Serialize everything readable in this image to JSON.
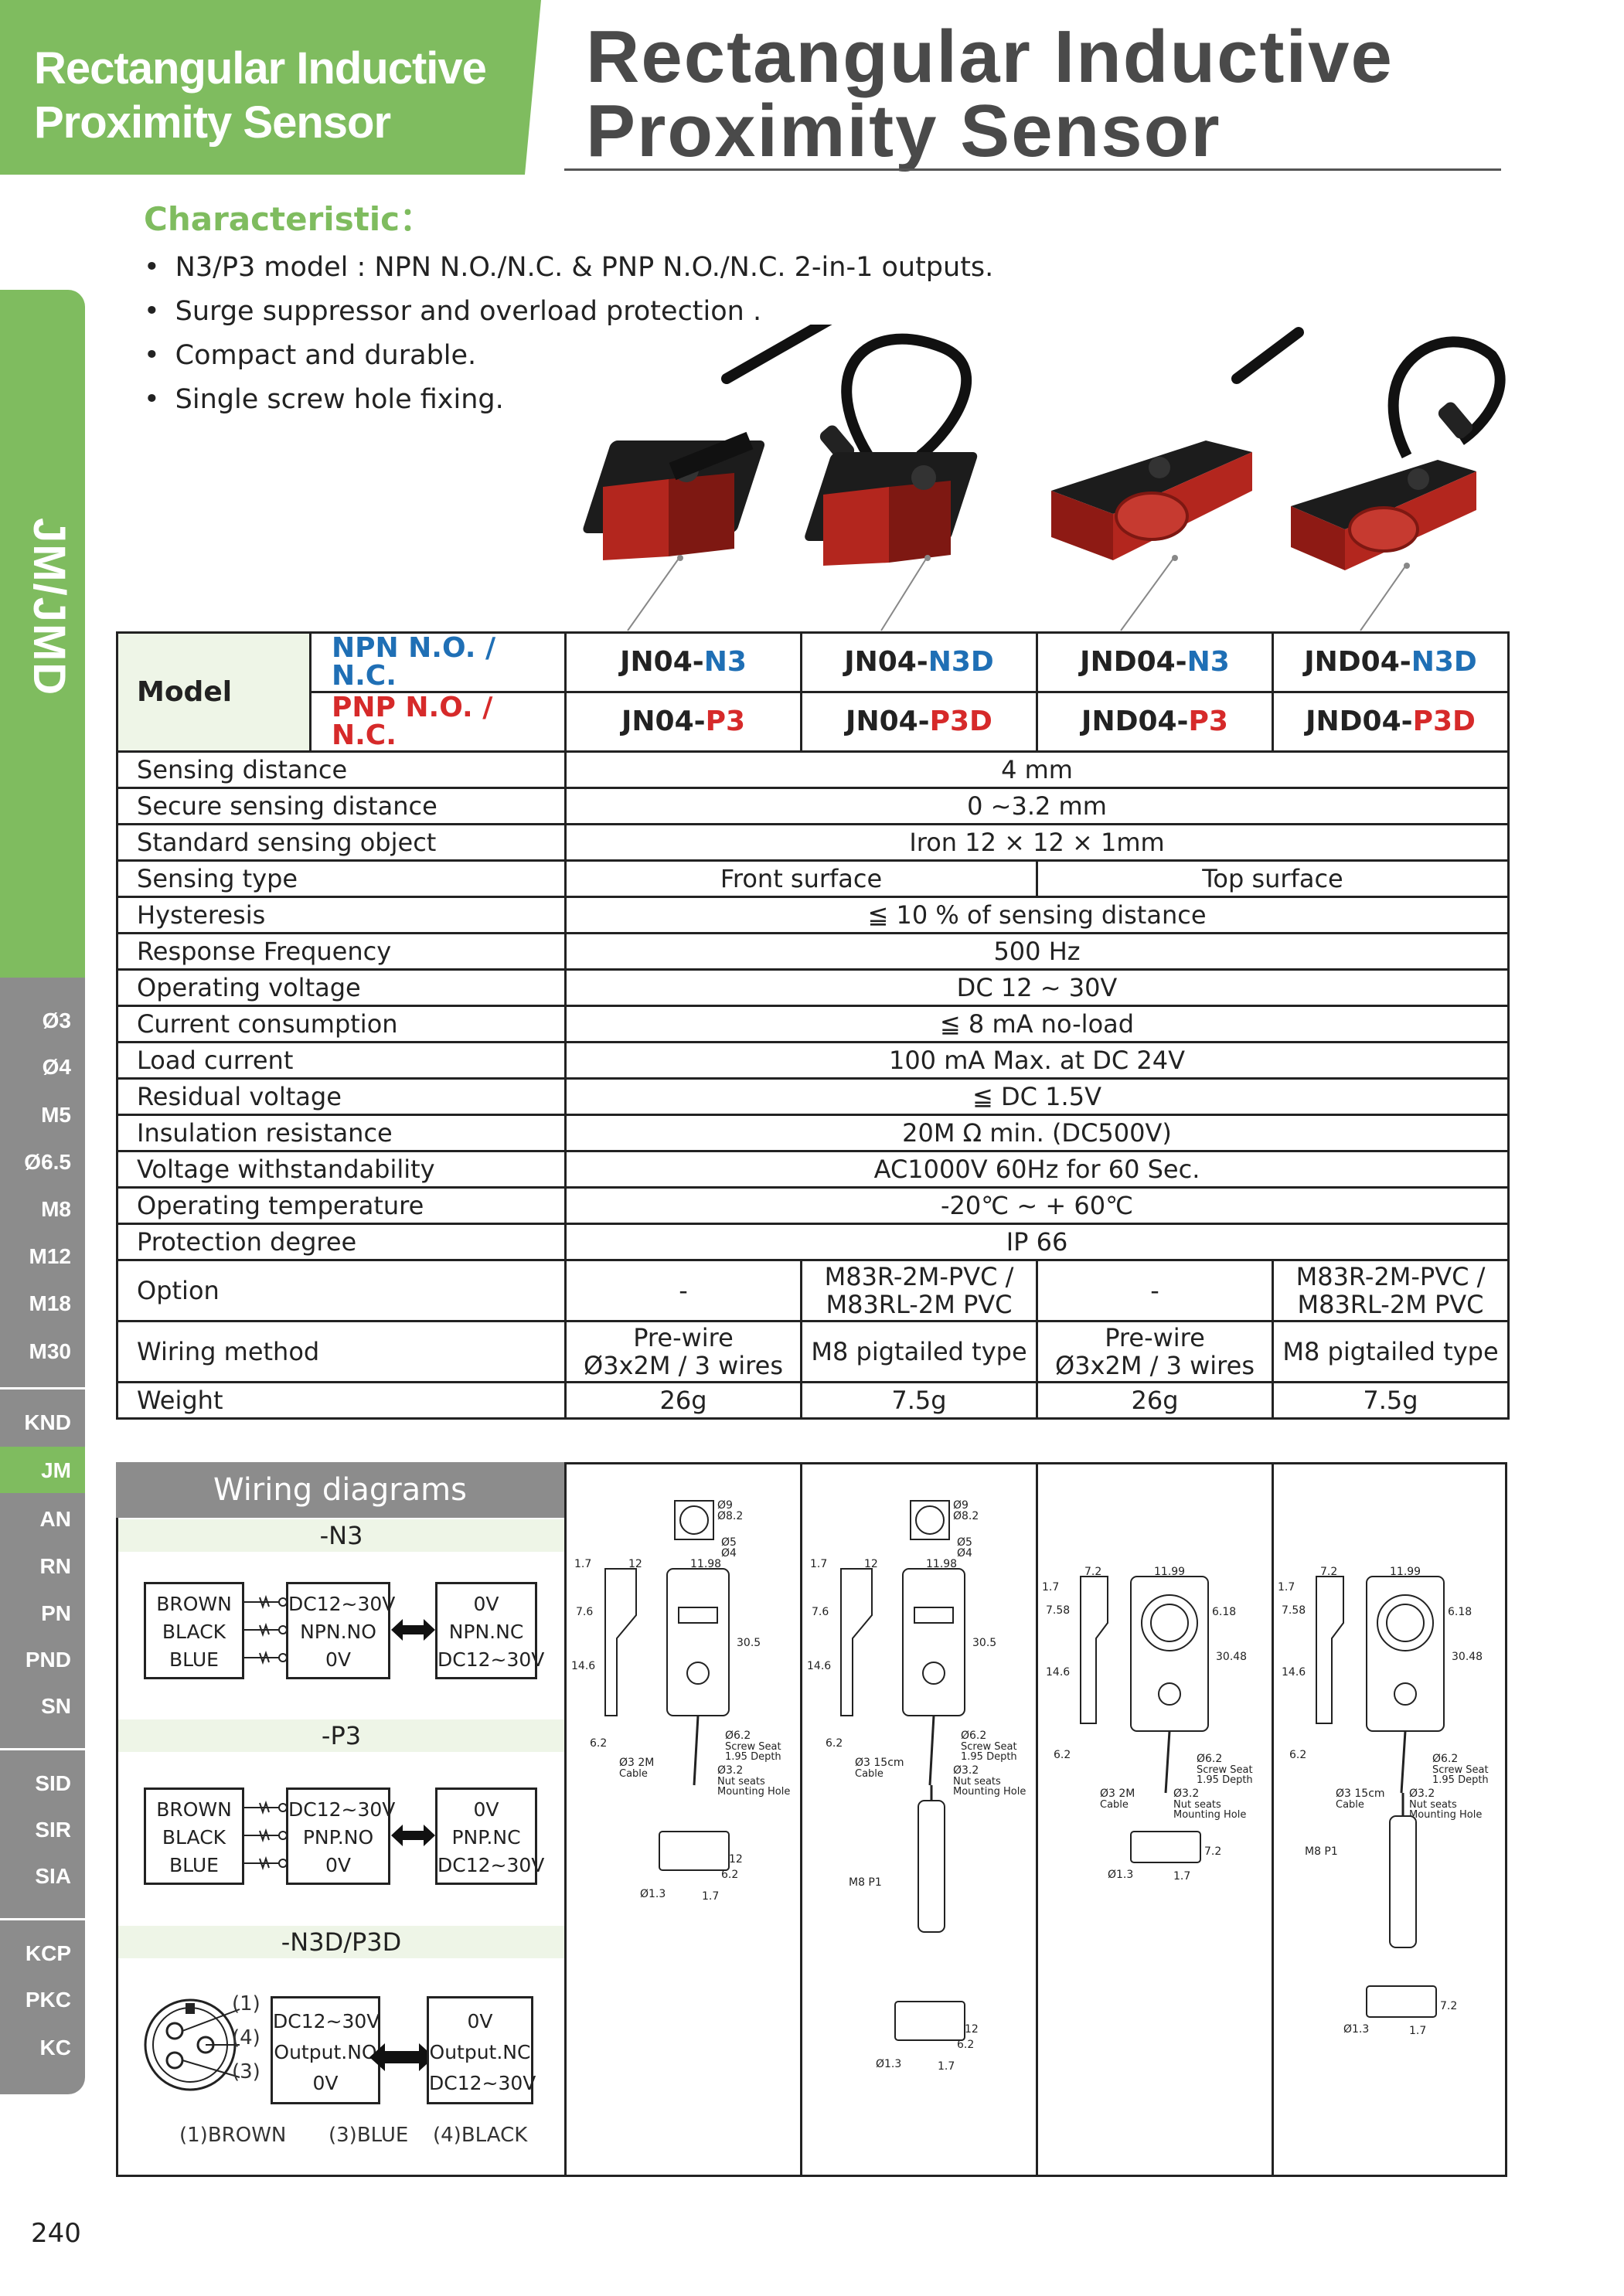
{
  "header": {
    "tab_line1": "Rectangular Inductive",
    "tab_line2": "Proximity Sensor",
    "title_line1": "Rectangular Inductive",
    "title_line2": "Proximity Sensor"
  },
  "characteristic": {
    "title": "Characteristic：",
    "bullets": [
      "N3/P3 model : NPN N.O./N.C. & PNP N.O./N.C. 2-in-1 outputs.",
      "Surge suppressor and overload protection .",
      "Compact and durable.",
      "Single screw hole fixing."
    ]
  },
  "sidebar": {
    "series": "JM/JMD",
    "items": [
      "Ø3",
      "Ø4",
      "M5",
      "Ø6.5",
      "M8",
      "M12",
      "M18",
      "M30",
      "KND",
      "JM",
      "AN",
      "RN",
      "PN",
      "PND",
      "SN",
      "SID",
      "SIR",
      "SIA",
      "KCP",
      "PKC",
      "KC"
    ],
    "active": "JM"
  },
  "table": {
    "model_label": "Model",
    "npn_label": "NPN N.O. / N.C.",
    "pnp_label": "PNP N.O. / N.C.",
    "models": [
      {
        "npn_base": "JN04-",
        "npn_suffix": "N3",
        "pnp_base": "JN04-",
        "pnp_suffix": "P3"
      },
      {
        "npn_base": "JN04-",
        "npn_suffix": "N3D",
        "pnp_base": "JN04-",
        "pnp_suffix": "P3D"
      },
      {
        "npn_base": "JND04-",
        "npn_suffix": "N3",
        "pnp_base": "JND04-",
        "pnp_suffix": "P3"
      },
      {
        "npn_base": "JND04-",
        "npn_suffix": "N3D",
        "pnp_base": "JND04-",
        "pnp_suffix": "P3D"
      }
    ],
    "rows": {
      "sensing_distance": [
        "Sensing distance",
        "4 mm"
      ],
      "secure_distance": [
        "Secure sensing distance",
        "0 ~3.2 mm"
      ],
      "standard_object": [
        "Standard sensing object",
        "Iron  12 × 12 × 1mm"
      ],
      "sensing_type": [
        "Sensing type",
        "Front surface",
        "Top surface"
      ],
      "hysteresis": [
        "Hysteresis",
        "≦ 10 % of sensing distance"
      ],
      "response": [
        "Response Frequency",
        "500 Hz"
      ],
      "voltage": [
        "Operating voltage",
        "DC 12 ~ 30V"
      ],
      "current": [
        "Current consumption",
        "≦ 8 mA no-load"
      ],
      "load": [
        "Load current",
        "100 mA Max. at DC 24V"
      ],
      "residual": [
        "Residual voltage",
        "≦ DC 1.5V"
      ],
      "insulation": [
        "Insulation resistance",
        "20M Ω min. (DC500V)"
      ],
      "withstand": [
        "Voltage withstandability",
        "AC1000V 60Hz for 60 Sec."
      ],
      "temperature": [
        "Operating temperature",
        "-20℃ ~ + 60℃"
      ],
      "protection": [
        "Protection degree",
        "IP 66"
      ]
    },
    "option": {
      "label": "Option",
      "values": [
        "-",
        "M83R-2M-PVC /",
        "M83RL-2M PVC",
        "-",
        "M83R-2M-PVC /",
        "M83RL-2M PVC"
      ]
    },
    "wiring": {
      "label": "Wiring method",
      "prewire_1": "Pre-wire",
      "prewire_2": "Ø3x2M / 3 wires",
      "m8": "M8 pigtailed type"
    },
    "weight": {
      "label": "Weight",
      "values": [
        "26g",
        "7.5g",
        "26g",
        "7.5g"
      ]
    }
  },
  "wiring_diagrams": {
    "title": "Wiring diagrams",
    "n3": {
      "title": "-N3",
      "colors": [
        "BROWN",
        "BLACK",
        "BLUE"
      ],
      "mid": [
        "DC12~30V",
        "NPN.NO",
        "0V"
      ],
      "right": [
        "0V",
        "NPN.NC",
        "DC12~30V"
      ]
    },
    "p3": {
      "title": "-P3",
      "colors": [
        "BROWN",
        "BLACK",
        "BLUE"
      ],
      "mid": [
        "DC12~30V",
        "PNP.NO",
        "0V"
      ],
      "right": [
        "0V",
        "PNP.NC",
        "DC12~30V"
      ]
    },
    "n3d": {
      "title": "-N3D/P3D",
      "pins": [
        "(1)",
        "(4)",
        "(3)"
      ],
      "mid": [
        "DC12~30V",
        "Output.NO",
        "0V"
      ],
      "right": [
        "0V",
        "Output.NC",
        "DC12~30V"
      ],
      "legend": [
        "(1)BROWN",
        "(3)BLUE",
        "(4)BLACK"
      ]
    }
  },
  "drawings": {
    "d1": {
      "top_a": "Ø9",
      "top_b": "Ø8.2",
      "top_c": "Ø5",
      "top_d": "Ø4",
      "w1": "1.7",
      "w2": "12",
      "w3": "11.98",
      "h1": "7.6",
      "h2": "14.6",
      "h3": "30.5",
      "h4": "6.2",
      "screw": "Ø6.2",
      "screw2": "Screw Seat",
      "screw3": "1.95 Depth",
      "nut": "Ø3.2",
      "nut2": "Nut seats",
      "nut3": "Mounting Hole",
      "cable": "Ø3 2M",
      "cable2": "Cable",
      "b1": "12",
      "b2": "6.2",
      "b3": "Ø1.3",
      "b4": "1.7"
    },
    "d2": {
      "top_a": "Ø9",
      "top_b": "Ø8.2",
      "top_c": "Ø5",
      "top_d": "Ø4",
      "w1": "1.7",
      "w2": "12",
      "w3": "11.98",
      "h1": "7.6",
      "h2": "14.6",
      "h3": "30.5",
      "h4": "6.2",
      "screw": "Ø6.2",
      "screw2": "Screw Seat",
      "screw3": "1.95 Depth",
      "nut": "Ø3.2",
      "nut2": "Nut seats",
      "nut3": "Mounting Hole",
      "cable": "Ø3 15cm",
      "cable2": "Cable",
      "m8": "M8 P1",
      "b1": "12",
      "b2": "6.2",
      "b3": "Ø1.3",
      "b4": "1.7"
    },
    "d3": {
      "w0": "1.7",
      "w1": "7.2",
      "w3": "11.99",
      "h1": "7.58",
      "h2": "14.6",
      "h3": "30.48",
      "h5": "6.18",
      "h4": "6.2",
      "screw": "Ø6.2",
      "screw2": "Screw Seat",
      "screw3": "1.95 Depth",
      "nut": "Ø3.2",
      "nut2": "Nut seats",
      "nut3": "Mounting Hole",
      "cable": "Ø3 2M",
      "cable2": "Cable",
      "b1": "7.2",
      "b3": "Ø1.3",
      "b4": "1.7"
    },
    "d4": {
      "w0": "1.7",
      "w1": "7.2",
      "w3": "11.99",
      "h1": "7.58",
      "h2": "14.6",
      "h3": "30.48",
      "h5": "6.18",
      "h4": "6.2",
      "screw": "Ø6.2",
      "screw2": "Screw Seat",
      "screw3": "1.95 Depth",
      "nut": "Ø3.2",
      "nut2": "Nut seats",
      "nut3": "Mounting Hole",
      "cable": "Ø3 15cm",
      "cable2": "Cable",
      "m8": "M8 P1",
      "b1": "7.2",
      "b3": "Ø1.3",
      "b4": "1.7"
    }
  },
  "colors": {
    "green": "#7fbc5f",
    "gray": "#8c8c8c",
    "blue": "#1f6fb5",
    "red": "#d62a2a"
  },
  "page_number": "240"
}
